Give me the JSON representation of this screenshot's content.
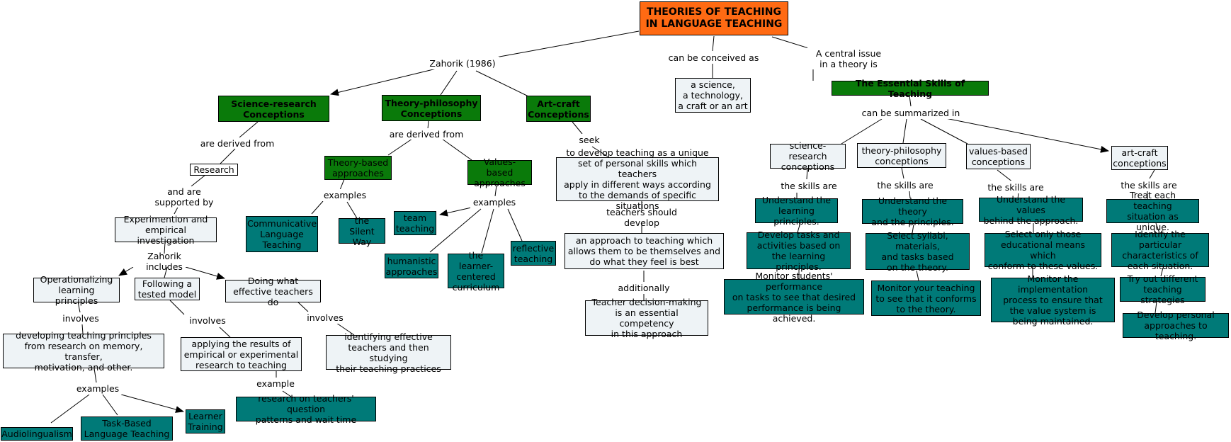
{
  "nodes": {
    "root": "THEORIES OF TEACHING\nIN LANGUAGE TEACHING",
    "zahorik1986": "Zahorik (1986)",
    "conceived_as": "can be conceived as",
    "central_issue": "A central issue\nin a theory is",
    "science_tech": "a science,\na technology,\na craft or an art",
    "essential_skills": "The Essential Skills of Teaching",
    "summarized_in": "can be summarized in",
    "science_research": "Science-research\nConceptions",
    "theory_philosophy": "Theory-philosophy\nConceptions",
    "art_craft": "Art-craft\nConceptions",
    "derived_from_1": "are derived from",
    "research": "Research",
    "supported_by": "and are\nsupported by",
    "experimentation": "Experimention and\nempirical investigation",
    "zahorik_includes": "Zahorik includes",
    "operationalizing": "Operationalizing\nlearning principles",
    "following_model": "Following a\ntested model",
    "doing_what": "Doing what\neffective teachers do",
    "involves_1": "involves",
    "involves_2": "involves",
    "involves_3": "involves",
    "developing_principles": "developing teaching principles\nfrom research on memory, transfer,\nmotivation, and other.",
    "applying_results": "applying the results of\nempirical or experimental\nresearch to teaching",
    "identifying_teachers": "identifying effective\nteachers and then studying\ntheir teaching practices",
    "examples_1": "examples",
    "example_single": "example",
    "audiolingualism": "Audiolingualism",
    "task_based": "Task-Based\nLanguage Teaching",
    "learner_training": "Learner\nTraining",
    "research_questions": "research on teachers' question\npatterns and wait time",
    "derived_from_2": "are derived from",
    "theory_based": "Theory-based\napproaches",
    "values_based_app": "Values-based\napproaches",
    "examples_2": "examples",
    "examples_3": "examples",
    "clt": "Communicative\nLanguage\nTeaching",
    "silent_way": "the Silent\nWay",
    "team_teaching": "team\nteaching",
    "humanistic": "humanistic\napproaches",
    "learner_centered": "the learner-\ncentered\ncurriculum",
    "reflective": "reflective\nteaching",
    "seek": "seek",
    "develop_unique": "to develop teaching as a unique\nset of personal skills which teachers\napply in different ways according\nto the demands of specific situations",
    "teachers_should": "teachers should develop",
    "approach_themselves": "an approach to teaching which\nallows them to be themselves and\ndo what they feel is best",
    "additionally": "additionally",
    "decision_making": "Teacher decision-making\nis an essential competency\nin this approach",
    "sr_conceptions": "science-research\nconceptions",
    "tp_conceptions": "theory-philosophy\nconceptions",
    "vb_conceptions": "values-based\nconceptions",
    "ac_conceptions": "art-craft\nconceptions",
    "skills_are_1": "the skills are",
    "skills_are_2": "the skills are",
    "skills_are_3": "the skills are",
    "skills_are_4": "the skills are",
    "sr_1": "Understand the\nlearning principles.",
    "sr_2": "Develop tasks and\nactivities based on\nthe learning principles.",
    "sr_3": "Monitor students' performance\non tasks to see that desired\nperformance is being achieved.",
    "tp_1": "Understand the theory\nand the principles.",
    "tp_2": "Select syllabi, materials,\nand tasks based\non the theory.",
    "tp_3": "Monitor your teaching\nto see that it conforms\nto the theory.",
    "vb_1": "Understand the values\nbehind the approach.",
    "vb_2": "Select only those\neducational means which\nconform to these values.",
    "vb_3": "Monitor the implementation\nprocess to ensure that\nthe value system is\nbeing maintained.",
    "ac_1": "Treat each teaching\nsituation as unique.",
    "ac_2": "Identify the particular\ncharacteristics of\neach situation.",
    "ac_3": "Try out different\nteaching strategies",
    "ac_4": "Develop personal\napproaches to teaching."
  },
  "colors": {
    "root": "#ff6a13",
    "green": "#0a7a0a",
    "teal": "#007a78",
    "light": "#eef3f6"
  }
}
